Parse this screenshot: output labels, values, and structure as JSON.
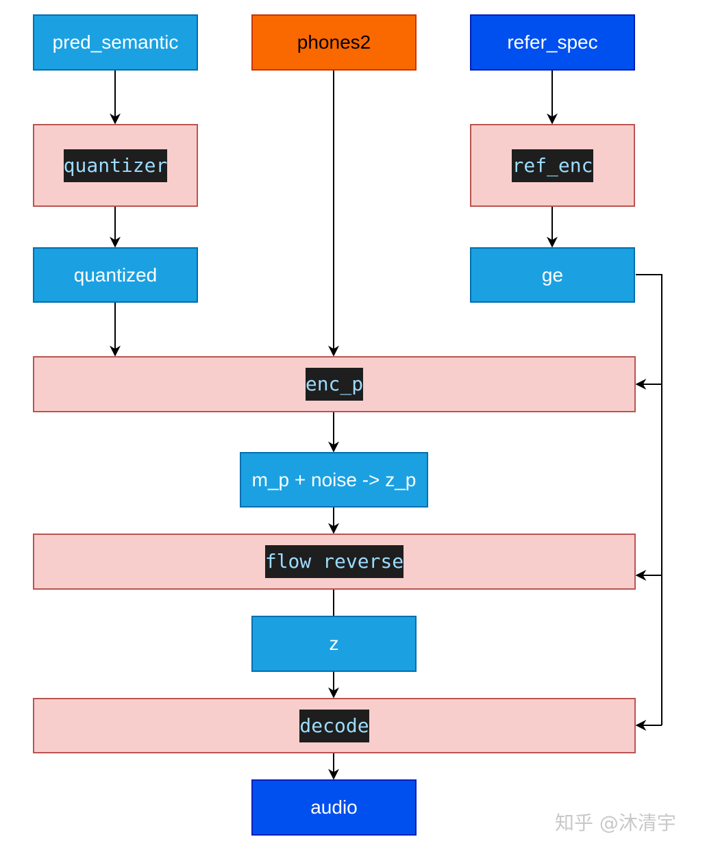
{
  "nodes": {
    "pred_semantic": "pred_semantic",
    "phones2": "phones2",
    "refer_spec": "refer_spec",
    "quantizer": "quantizer",
    "ref_enc": "ref_enc",
    "quantized": "quantized",
    "ge": "ge",
    "enc_p": "enc_p",
    "noise_step": "m_p + noise -> z_p",
    "flow_reverse": "flow reverse",
    "z": "z",
    "decode": "decode",
    "audio": "audio"
  },
  "watermark": "知乎 @沐清宇",
  "colors": {
    "input_blue": "#1ba1e2",
    "input_dark_blue": "#0050ef",
    "input_orange": "#fa6800",
    "module_pink": "#f8cecc",
    "module_border": "#b85450",
    "code_background": "#1e1e1e",
    "code_text": "#9cdcfe",
    "arrow": "#000000"
  }
}
